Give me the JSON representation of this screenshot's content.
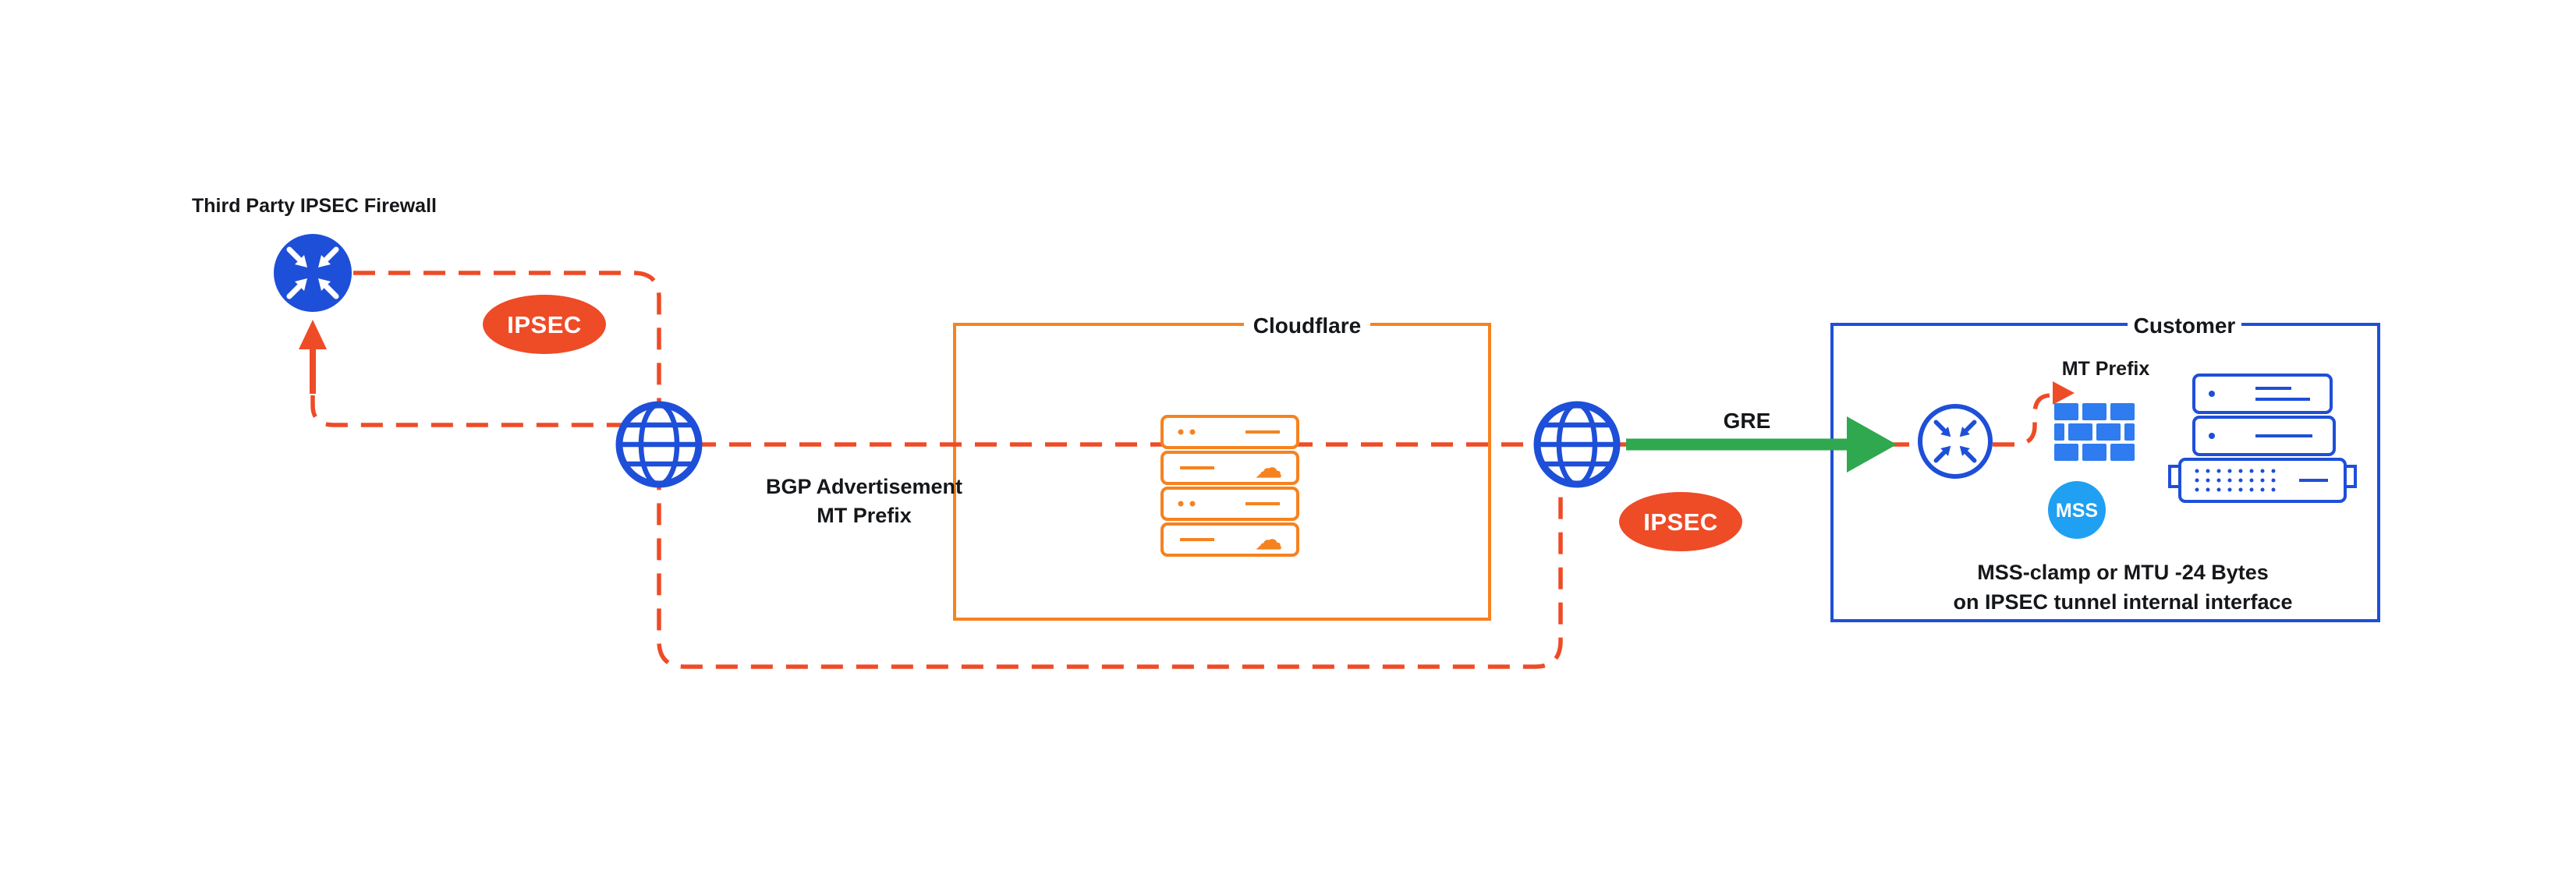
{
  "colors": {
    "background": "#FFFFFF",
    "red_orange": "#EE4B27",
    "cloudflare_orange": "#F6821F",
    "blue": "#1E4FD8",
    "light_blue": "#1FA0F2",
    "brick_blue": "#2E7CF0",
    "green": "#2FA84F",
    "text": "#15171A"
  },
  "diagram": {
    "firewall_label": "Third Party IPSEC Firewall",
    "ipsec_badge_left": "IPSEC",
    "ipsec_badge_right": "IPSEC",
    "bgp_advertisement_line1": "BGP Advertisement",
    "bgp_advertisement_line2": "MT Prefix",
    "cloudflare_box_label": "Cloudflare",
    "gre_label": "GRE",
    "customer_box_label": "Customer",
    "mt_prefix_label": "MT Prefix",
    "mss_badge_label": "MSS",
    "mss_note_line1": "MSS-clamp or MTU -24 Bytes",
    "mss_note_line2": "on IPSEC tunnel internal interface"
  },
  "icons": {
    "cloud_glyph": "☁"
  }
}
